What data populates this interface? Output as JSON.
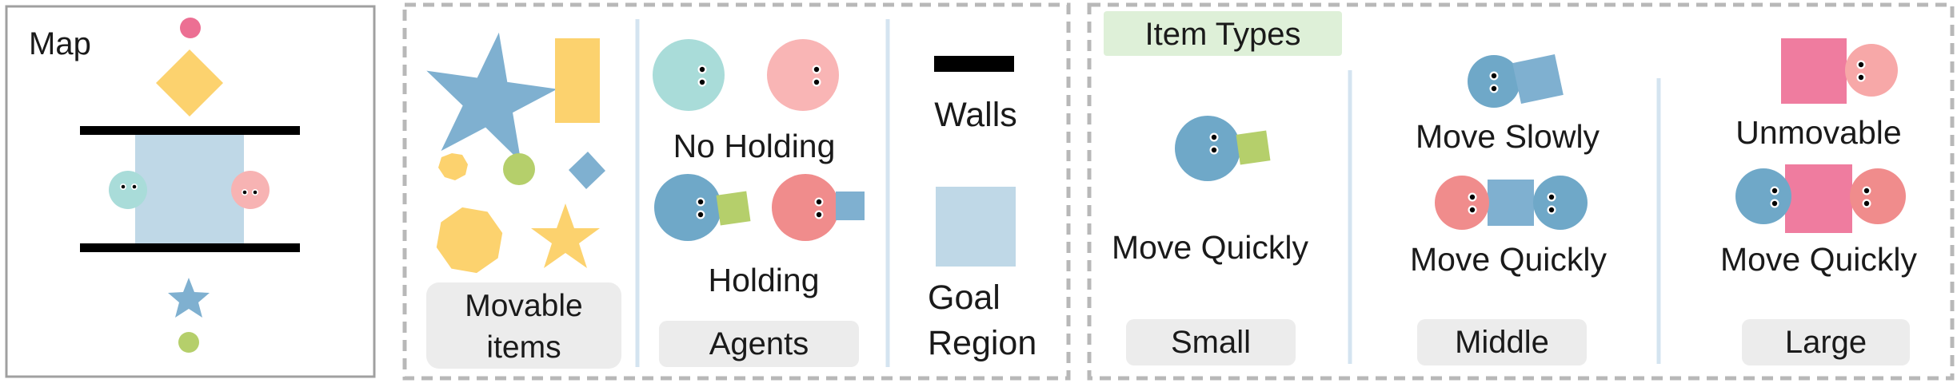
{
  "map": {
    "title": "Map"
  },
  "movable": {
    "caption_line1": "Movable",
    "caption_line2": "items"
  },
  "agents": {
    "no_holding": "No Holding",
    "holding": "Holding",
    "caption": "Agents"
  },
  "legend": {
    "walls": "Walls",
    "goal_line1": "Goal",
    "goal_line2": "Region"
  },
  "item_types": {
    "header": "Item Types",
    "small": {
      "label": "Move Quickly",
      "caption": "Small"
    },
    "middle": {
      "label_slow": "Move Slowly",
      "label_quick": "Move Quickly",
      "caption": "Middle"
    },
    "large": {
      "label_unmovable": "Unmovable",
      "label_quick": "Move Quickly",
      "caption": "Large"
    }
  },
  "colors": {
    "agent_blue": "#6fa8c8",
    "agent_teal": "#a9dcd9",
    "agent_pink": "#f7a8a8",
    "agent_red": "#f08c8c",
    "item_blue": "#7fb0d0",
    "item_yellow": "#fcd26e",
    "item_green": "#b5cf6b",
    "item_magenta": "#ef7c9f",
    "goal": "#bfd8e7",
    "wall": "#000000",
    "header_bg": "#def0d8",
    "caption_bg": "#ececec"
  }
}
